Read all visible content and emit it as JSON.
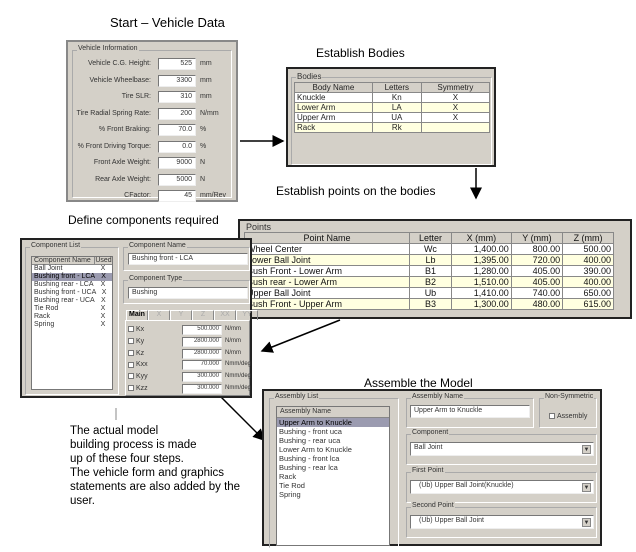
{
  "captions": {
    "start": "Start – Vehicle Data",
    "bodies": "Establish Bodies",
    "points": "Establish points on the bodies",
    "components": "Define components required",
    "assemble": "Assemble the Model"
  },
  "note": [
    "The actual model",
    "building process is made",
    "up of these four steps.",
    "The vehicle form and graphics",
    "statements are also added by the",
    "user."
  ],
  "vehicle": {
    "title": "Vehicle Information",
    "fields": [
      {
        "label": "Vehicle C.G. Height:",
        "value": "525",
        "unit": "mm"
      },
      {
        "label": "Vehicle Wheelbase:",
        "value": "3300",
        "unit": "mm"
      },
      {
        "label": "Tire SLR:",
        "value": "310",
        "unit": "mm"
      },
      {
        "label": "Tire Radial Spring Rate:",
        "value": "200",
        "unit": "N/mm"
      },
      {
        "label": "% Front Braking:",
        "value": "70.0",
        "unit": "%"
      },
      {
        "label": "% Front Driving Torque:",
        "value": "0.0",
        "unit": "%"
      },
      {
        "label": "Front Axle Weight:",
        "value": "9000",
        "unit": "N"
      },
      {
        "label": "Rear Axle Weight:",
        "value": "5000",
        "unit": "N"
      },
      {
        "label": "CFactor:",
        "value": "45",
        "unit": "mm/Rev"
      }
    ]
  },
  "bodies": {
    "title": "Bodies",
    "headers": [
      "Body Name",
      "Letters",
      "Symmetry"
    ],
    "rows": [
      [
        "Knuckle",
        "Kn",
        "X"
      ],
      [
        "Lower Arm",
        "LA",
        "X"
      ],
      [
        "Upper Arm",
        "UA",
        "X"
      ],
      [
        "Rack",
        "Rk",
        ""
      ]
    ]
  },
  "points": {
    "title": "Points",
    "headers": [
      "Point Name",
      "Letter",
      "X (mm)",
      "Y (mm)",
      "Z (mm)"
    ],
    "rows": [
      [
        "Wheel Center",
        "Wc",
        "1,400.00",
        "800.00",
        "500.00"
      ],
      [
        "Lower Ball Joint",
        "Lb",
        "1,395.00",
        "720.00",
        "400.00"
      ],
      [
        "Bush Front - Lower Arm",
        "B1",
        "1,280.00",
        "405.00",
        "390.00"
      ],
      [
        "Bush rear - Lower Arm",
        "B2",
        "1,510.00",
        "405.00",
        "400.00"
      ],
      [
        "Upper Ball Joint",
        "Ub",
        "1,410.00",
        "740.00",
        "650.00"
      ],
      [
        "Bush Front - Upper Arm",
        "B3",
        "1,300.00",
        "480.00",
        "615.00"
      ]
    ]
  },
  "components": {
    "list_title": "Component List",
    "headers": [
      "Component Name",
      "Used"
    ],
    "rows": [
      [
        "Ball Joint",
        "X"
      ],
      [
        "Bushing front - LCA",
        "X"
      ],
      [
        "Bushing rear - LCA",
        "X"
      ],
      [
        "Bushing front - UCA",
        "X"
      ],
      [
        "Bushing rear - UCA",
        "X"
      ],
      [
        "Tie Rod",
        "X"
      ],
      [
        "Rack",
        "X"
      ],
      [
        "Spring",
        "X"
      ]
    ],
    "name_label": "Component Name",
    "name_value": "Bushing front - LCA",
    "type_label": "Component Type",
    "type_value": "Bushing",
    "tabs": [
      "Main",
      "X",
      "Y",
      "Z",
      "XX",
      "YY"
    ],
    "props": [
      {
        "label": "Kx",
        "value": "500.000",
        "unit": "N/mm"
      },
      {
        "label": "Ky",
        "value": "2800.000",
        "unit": "N/mm"
      },
      {
        "label": "Kz",
        "value": "2800.000",
        "unit": "N/mm"
      },
      {
        "label": "Kxx",
        "value": "70.000",
        "unit": "Nmm/deg"
      },
      {
        "label": "Kyy",
        "value": "300.000",
        "unit": "Nmm/deg"
      },
      {
        "label": "Kzz",
        "value": "300.000",
        "unit": "Nmm/deg"
      }
    ]
  },
  "assembly": {
    "list_title": "Assembly List",
    "header": "Assembly Name",
    "items": [
      "Upper Arm to Knuckle",
      "Bushing - front uca",
      "Bushing - rear uca",
      "Lower Arm to Knuckle",
      "Bushing - front lca",
      "Bushing - rear lca",
      "Rack",
      "Tie Rod",
      "Spring"
    ],
    "name_label": "Assembly Name",
    "name_value": "Upper Arm to Knuckle",
    "nonsym_label": "Non-Symmetric",
    "nonsym_check": "Assembly",
    "component_label": "Component",
    "component_value": "Ball Joint",
    "first_label": "First Point",
    "first_value": "(Ub) Upper Ball Joint(Knuckle)",
    "second_label": "Second Point",
    "second_value": "(Ub) Upper Ball Joint"
  }
}
